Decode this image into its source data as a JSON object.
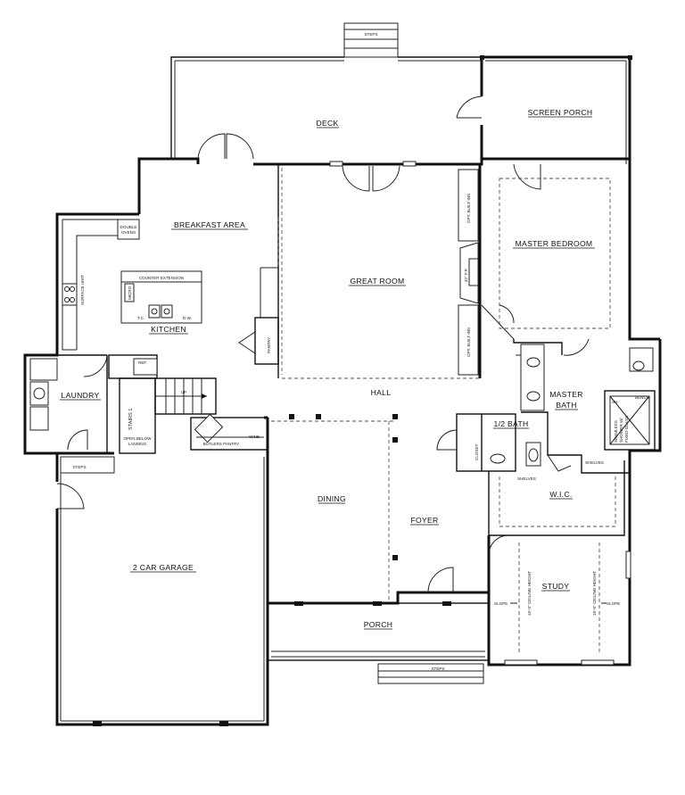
{
  "rooms": {
    "deck": "DECK",
    "screen_porch": "SCREEN PORCH",
    "breakfast_area": "BREAKFAST AREA",
    "great_room": "GREAT ROOM",
    "master_bedroom": "MASTER BEDROOM",
    "kitchen": "KITCHEN",
    "laundry": "LAUNDRY",
    "hall": "HALL",
    "master_bath_line1": "MASTER",
    "master_bath_line2": "BATH",
    "half_bath": "1/2 BATH",
    "stairs": "STAIRS 1",
    "dining": "DINING",
    "foyer": "FOYER",
    "wic": "W.I.C.",
    "garage": "2 CAR GARAGE",
    "porch": "PORCH",
    "study": "STUDY"
  },
  "notes": {
    "steps_top": "STEPS",
    "steps_garage": "STEPS",
    "steps_front": "STEPS",
    "double_ovens_1": "DOUBLE",
    "double_ovens_2": "OVENS",
    "counter_extension": "COUNTER EXTENSION",
    "micro": "MICRO",
    "tc": "T.C.",
    "dw": "D.W.",
    "surface_unit": "SURFACE UNIT",
    "pantry": "PANTRY",
    "opt_built_ins_upper": "OPT. BUILT-INS",
    "opt_built_ins_lower": "OPT. BUILT-INS",
    "fireplace": "42\" F.P.",
    "ref": "REF.",
    "up": "UP",
    "open_below_1": "OPEN BELOW",
    "open_below_2": "LANDING",
    "butlers_pantry": "BUTLERS PANTRY",
    "wine": "WINE",
    "closet": "CLOSET",
    "shelves_bath": "SHELVES",
    "shelves_wic": "SHELVES",
    "bench": "BENCH",
    "sh": "SH.",
    "shower_note_1": "SEAMLESS",
    "shower_note_2": "SHOWER W/",
    "shower_note_3": "FIXED GLASS",
    "slope_left": "SLOPE",
    "slope_right": "SLOPE",
    "ceiling_left": "15'-0\" CEILING HEIGHT",
    "ceiling_right": "15'-0\" CEILING HEIGHT"
  }
}
